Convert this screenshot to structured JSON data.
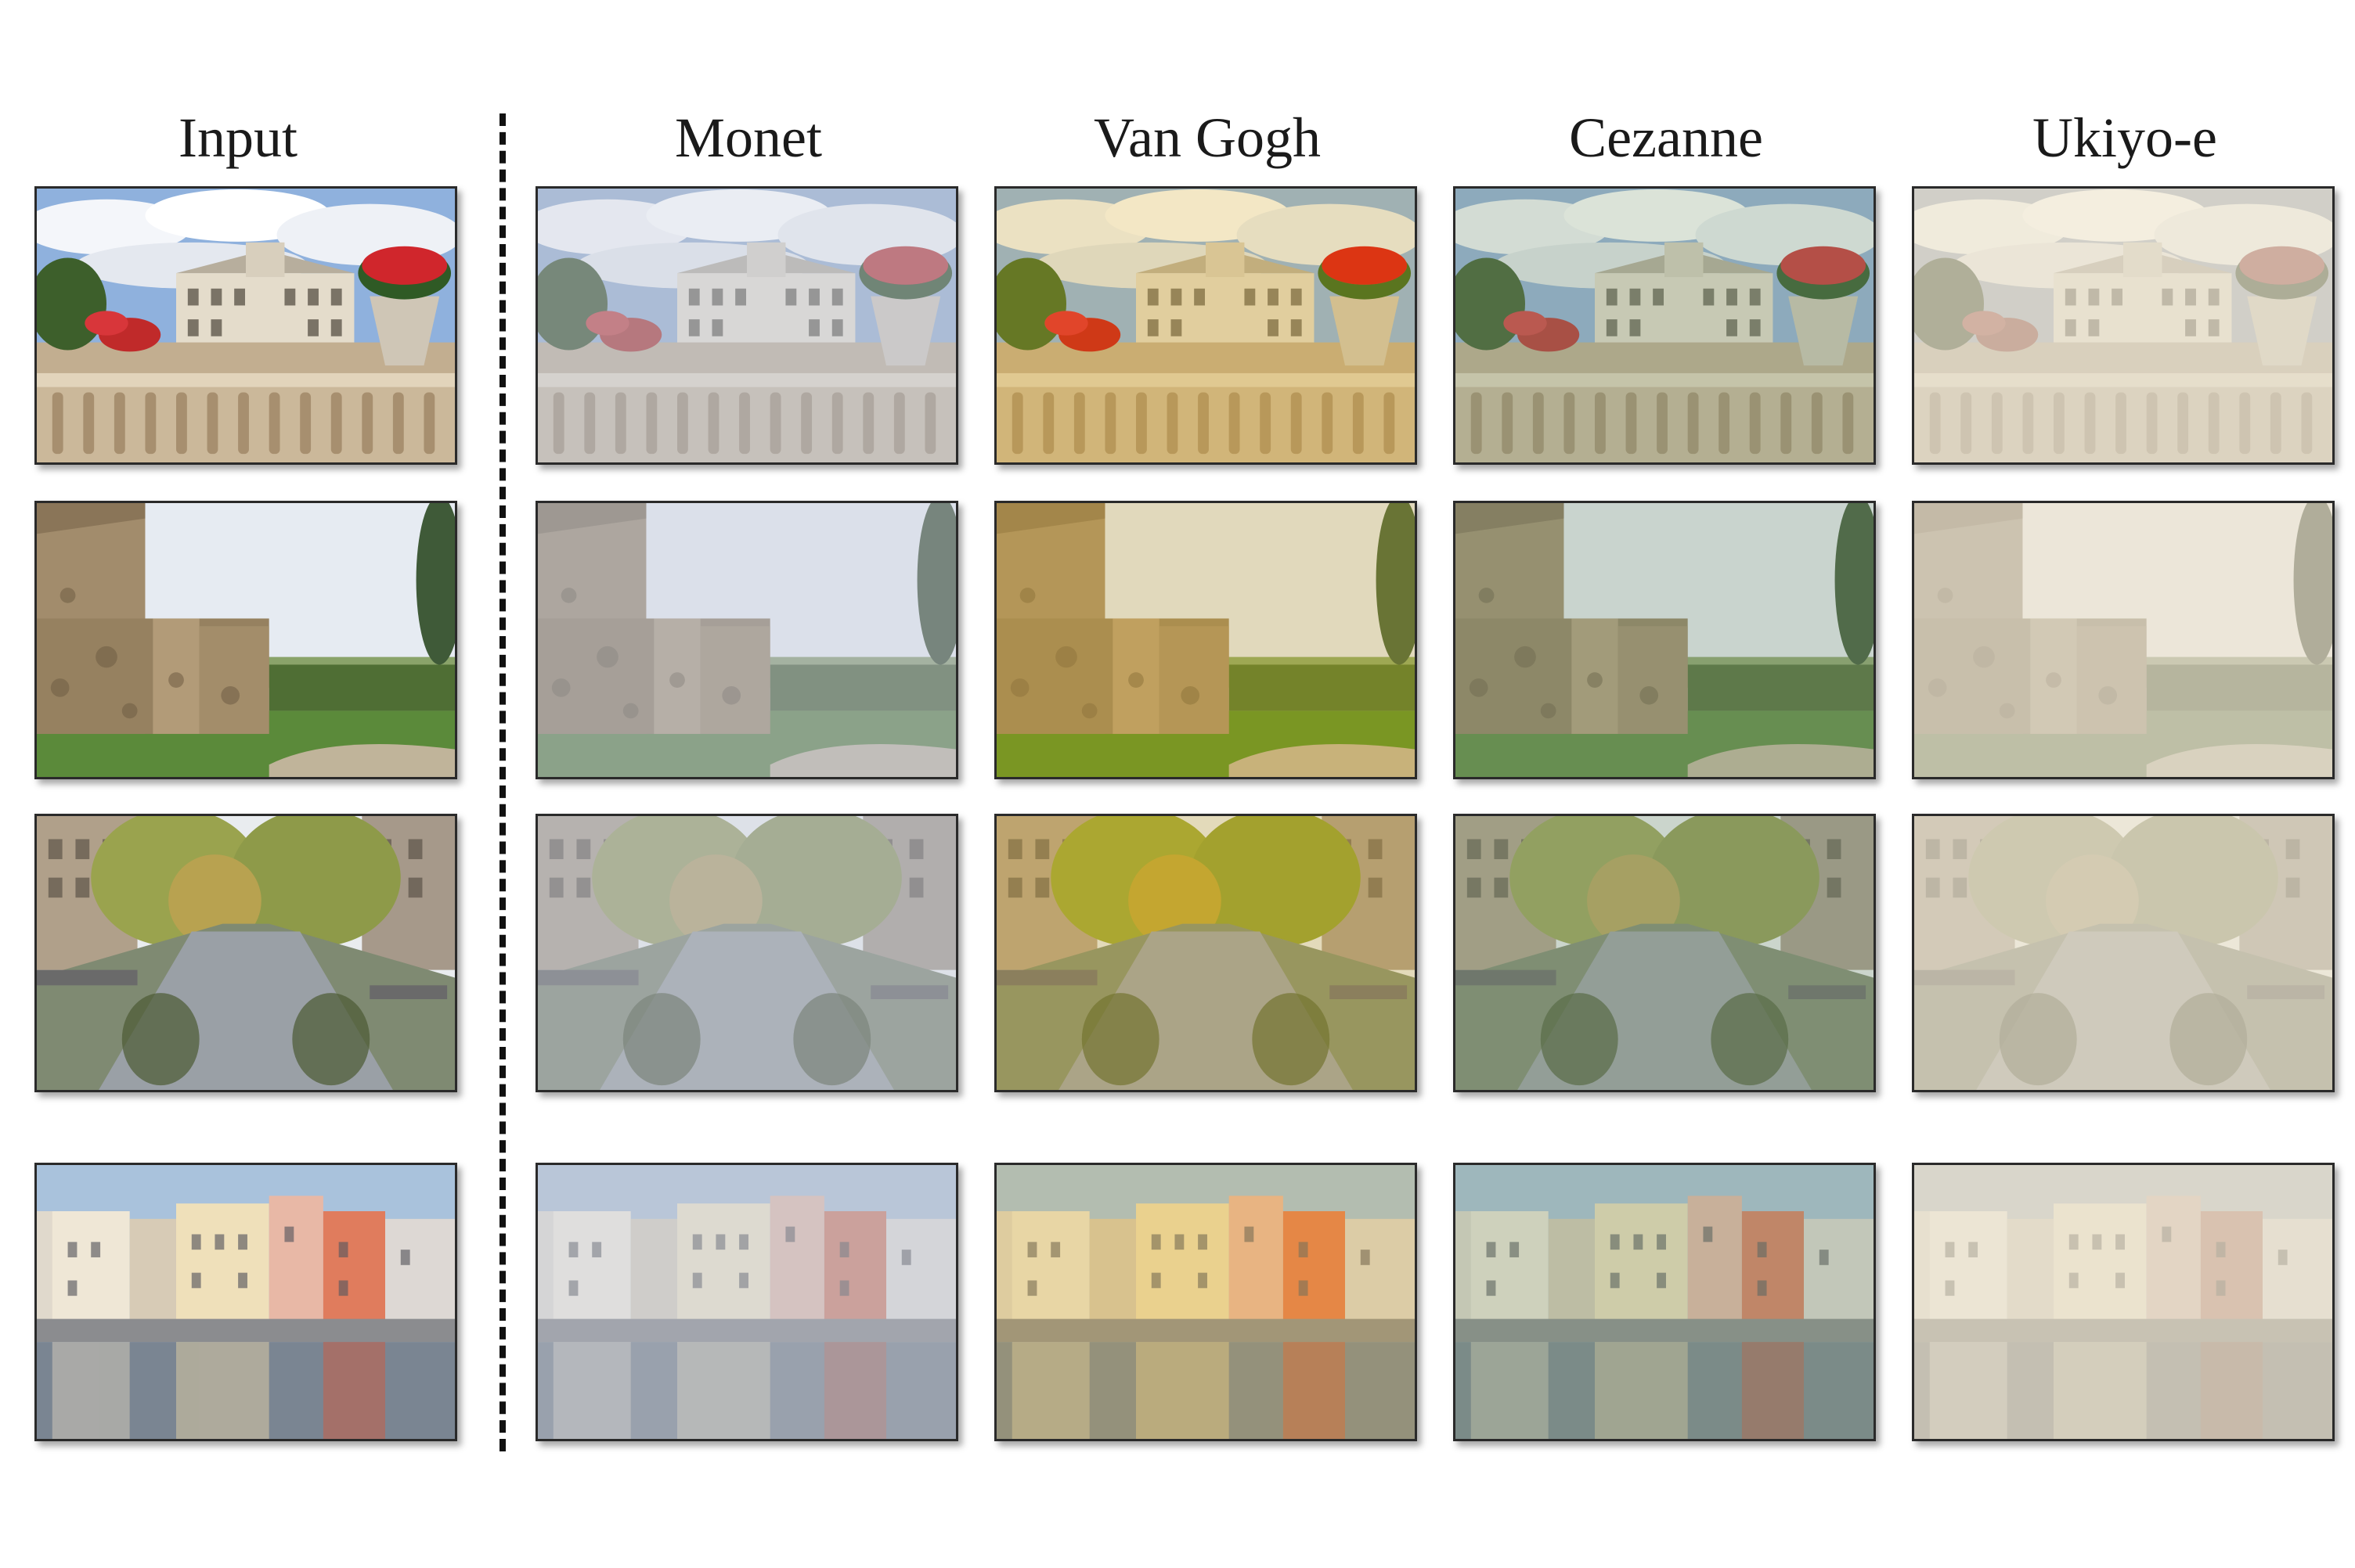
{
  "columns": [
    {
      "key": "input",
      "label": "Input"
    },
    {
      "key": "monet",
      "label": "Monet"
    },
    {
      "key": "vangogh",
      "label": "Van Gogh"
    },
    {
      "key": "cezanne",
      "label": "Cezanne"
    },
    {
      "key": "ukiyoe",
      "label": "Ukiyo-e"
    }
  ],
  "rows": [
    "palace-garden",
    "castle-tower",
    "canal-street",
    "harbor-houses"
  ],
  "colors": {
    "background": "#ffffff",
    "text": "#1a1a1a",
    "divider": "#111111",
    "panel_border": "#2a2a2a"
  }
}
